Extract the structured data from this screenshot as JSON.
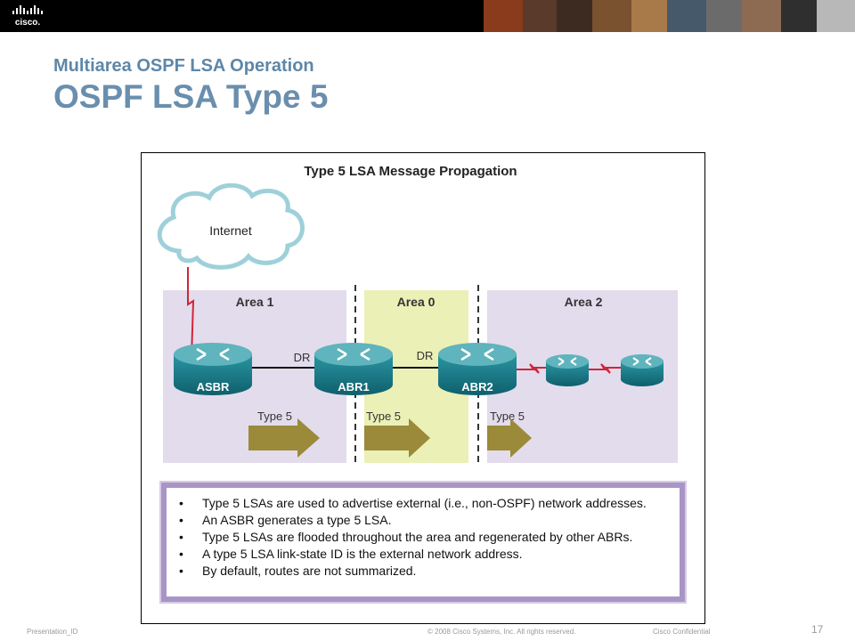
{
  "header": {
    "logo_text": "cisco.",
    "photos": [
      "#8a3b1c",
      "#5a3a2a",
      "#3d2b22",
      "#7a5230",
      "#a87a4a",
      "#46596a",
      "#6b6b6b",
      "#8c6b52",
      "#2f2f2f",
      "#b8b8b8"
    ]
  },
  "slide": {
    "subtitle": "Multiarea OSPF LSA Operation",
    "title": "OSPF LSA Type 5"
  },
  "diagram": {
    "title": "Type 5 LSA Message Propagation",
    "cloud_label": "Internet",
    "areas": [
      {
        "label": "Area 1",
        "color": "#e3dcec"
      },
      {
        "label": "Area 0",
        "color": "#ebf0b6"
      },
      {
        "label": "Area 2",
        "color": "#e3dcec"
      }
    ],
    "routers": [
      {
        "label": "ASBR"
      },
      {
        "label": "ABR1"
      },
      {
        "label": "ABR2"
      },
      {
        "label": ""
      },
      {
        "label": ""
      }
    ],
    "links": [
      {
        "label": "DR"
      },
      {
        "label": "DR"
      }
    ],
    "arrows": [
      {
        "label": "Type 5"
      },
      {
        "label": "Type 5"
      },
      {
        "label": "Type 5"
      }
    ],
    "colors": {
      "router": "#1e7f8c",
      "router_top": "#4fa9b3",
      "arrow": "#9a8a3a",
      "serial_link": "#d0253a",
      "note_border": "#a995c5"
    },
    "notes": [
      "Type 5 LSAs are used to advertise external (i.e., non-OSPF) network addresses.",
      "An ASBR generates a type 5 LSA.",
      "Type 5 LSAs are flooded throughout the area and regenerated by other ABRs.",
      "A type 5 LSA link-state ID is the external network address.",
      "By default, routes are not summarized."
    ]
  },
  "footer": {
    "presentation_id": "Presentation_ID",
    "copyright": "© 2008 Cisco Systems, Inc. All rights reserved.",
    "confidential": "Cisco Confidential",
    "page": "17"
  }
}
